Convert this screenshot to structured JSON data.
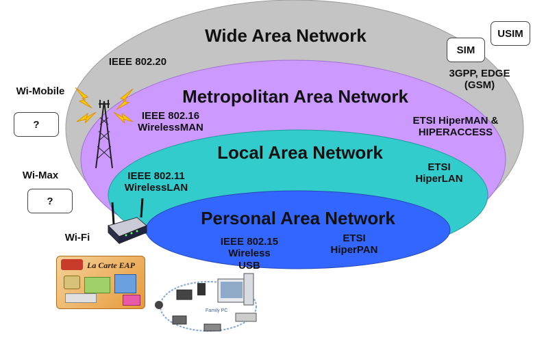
{
  "networks": {
    "wan": "Wide Area Network",
    "man": "Metropolitan Area Network",
    "lan": "Local Area Network",
    "pan": "Personal Area Network"
  },
  "standards": {
    "ieee_80220": "IEEE 802.20",
    "ieee_80216_line1": "IEEE 802.16",
    "ieee_80216_line2": "WirelessMAN",
    "ieee_80211_line1": "IEEE 802.11",
    "ieee_80211_line2": "WirelessLAN",
    "ieee_80215_line1": "IEEE 802.15",
    "ieee_80215_line2": "Wireless",
    "ieee_80215_line3": "USB",
    "gpp_line1": "3GPP, EDGE",
    "gpp_line2": "(GSM)",
    "etsi_man_line1": "ETSI HiperMAN &",
    "etsi_man_line2": "HIPERACCESS",
    "etsi_lan_line1": "ETSI",
    "etsi_lan_line2": "HiperLAN",
    "etsi_pan_line1": "ETSI",
    "etsi_pan_line2": "HiperPAN"
  },
  "technologies": {
    "wi_mobile": "Wi-Mobile",
    "wi_max": "Wi-Max",
    "wi_fi": "Wi-Fi",
    "unknown1": "?",
    "unknown2": "?"
  },
  "sim": {
    "sim": "SIM",
    "usim": "USIM"
  },
  "card": {
    "title": "La Carte EAP"
  },
  "colors": {
    "wan": "#c4c4c4",
    "man": "#cc99ff",
    "lan": "#33cccc",
    "pan": "#3366ff"
  },
  "icons": [
    "antenna-tower-icon",
    "wifi-router-icon",
    "eap-card-icon",
    "pan-devices-icon"
  ]
}
